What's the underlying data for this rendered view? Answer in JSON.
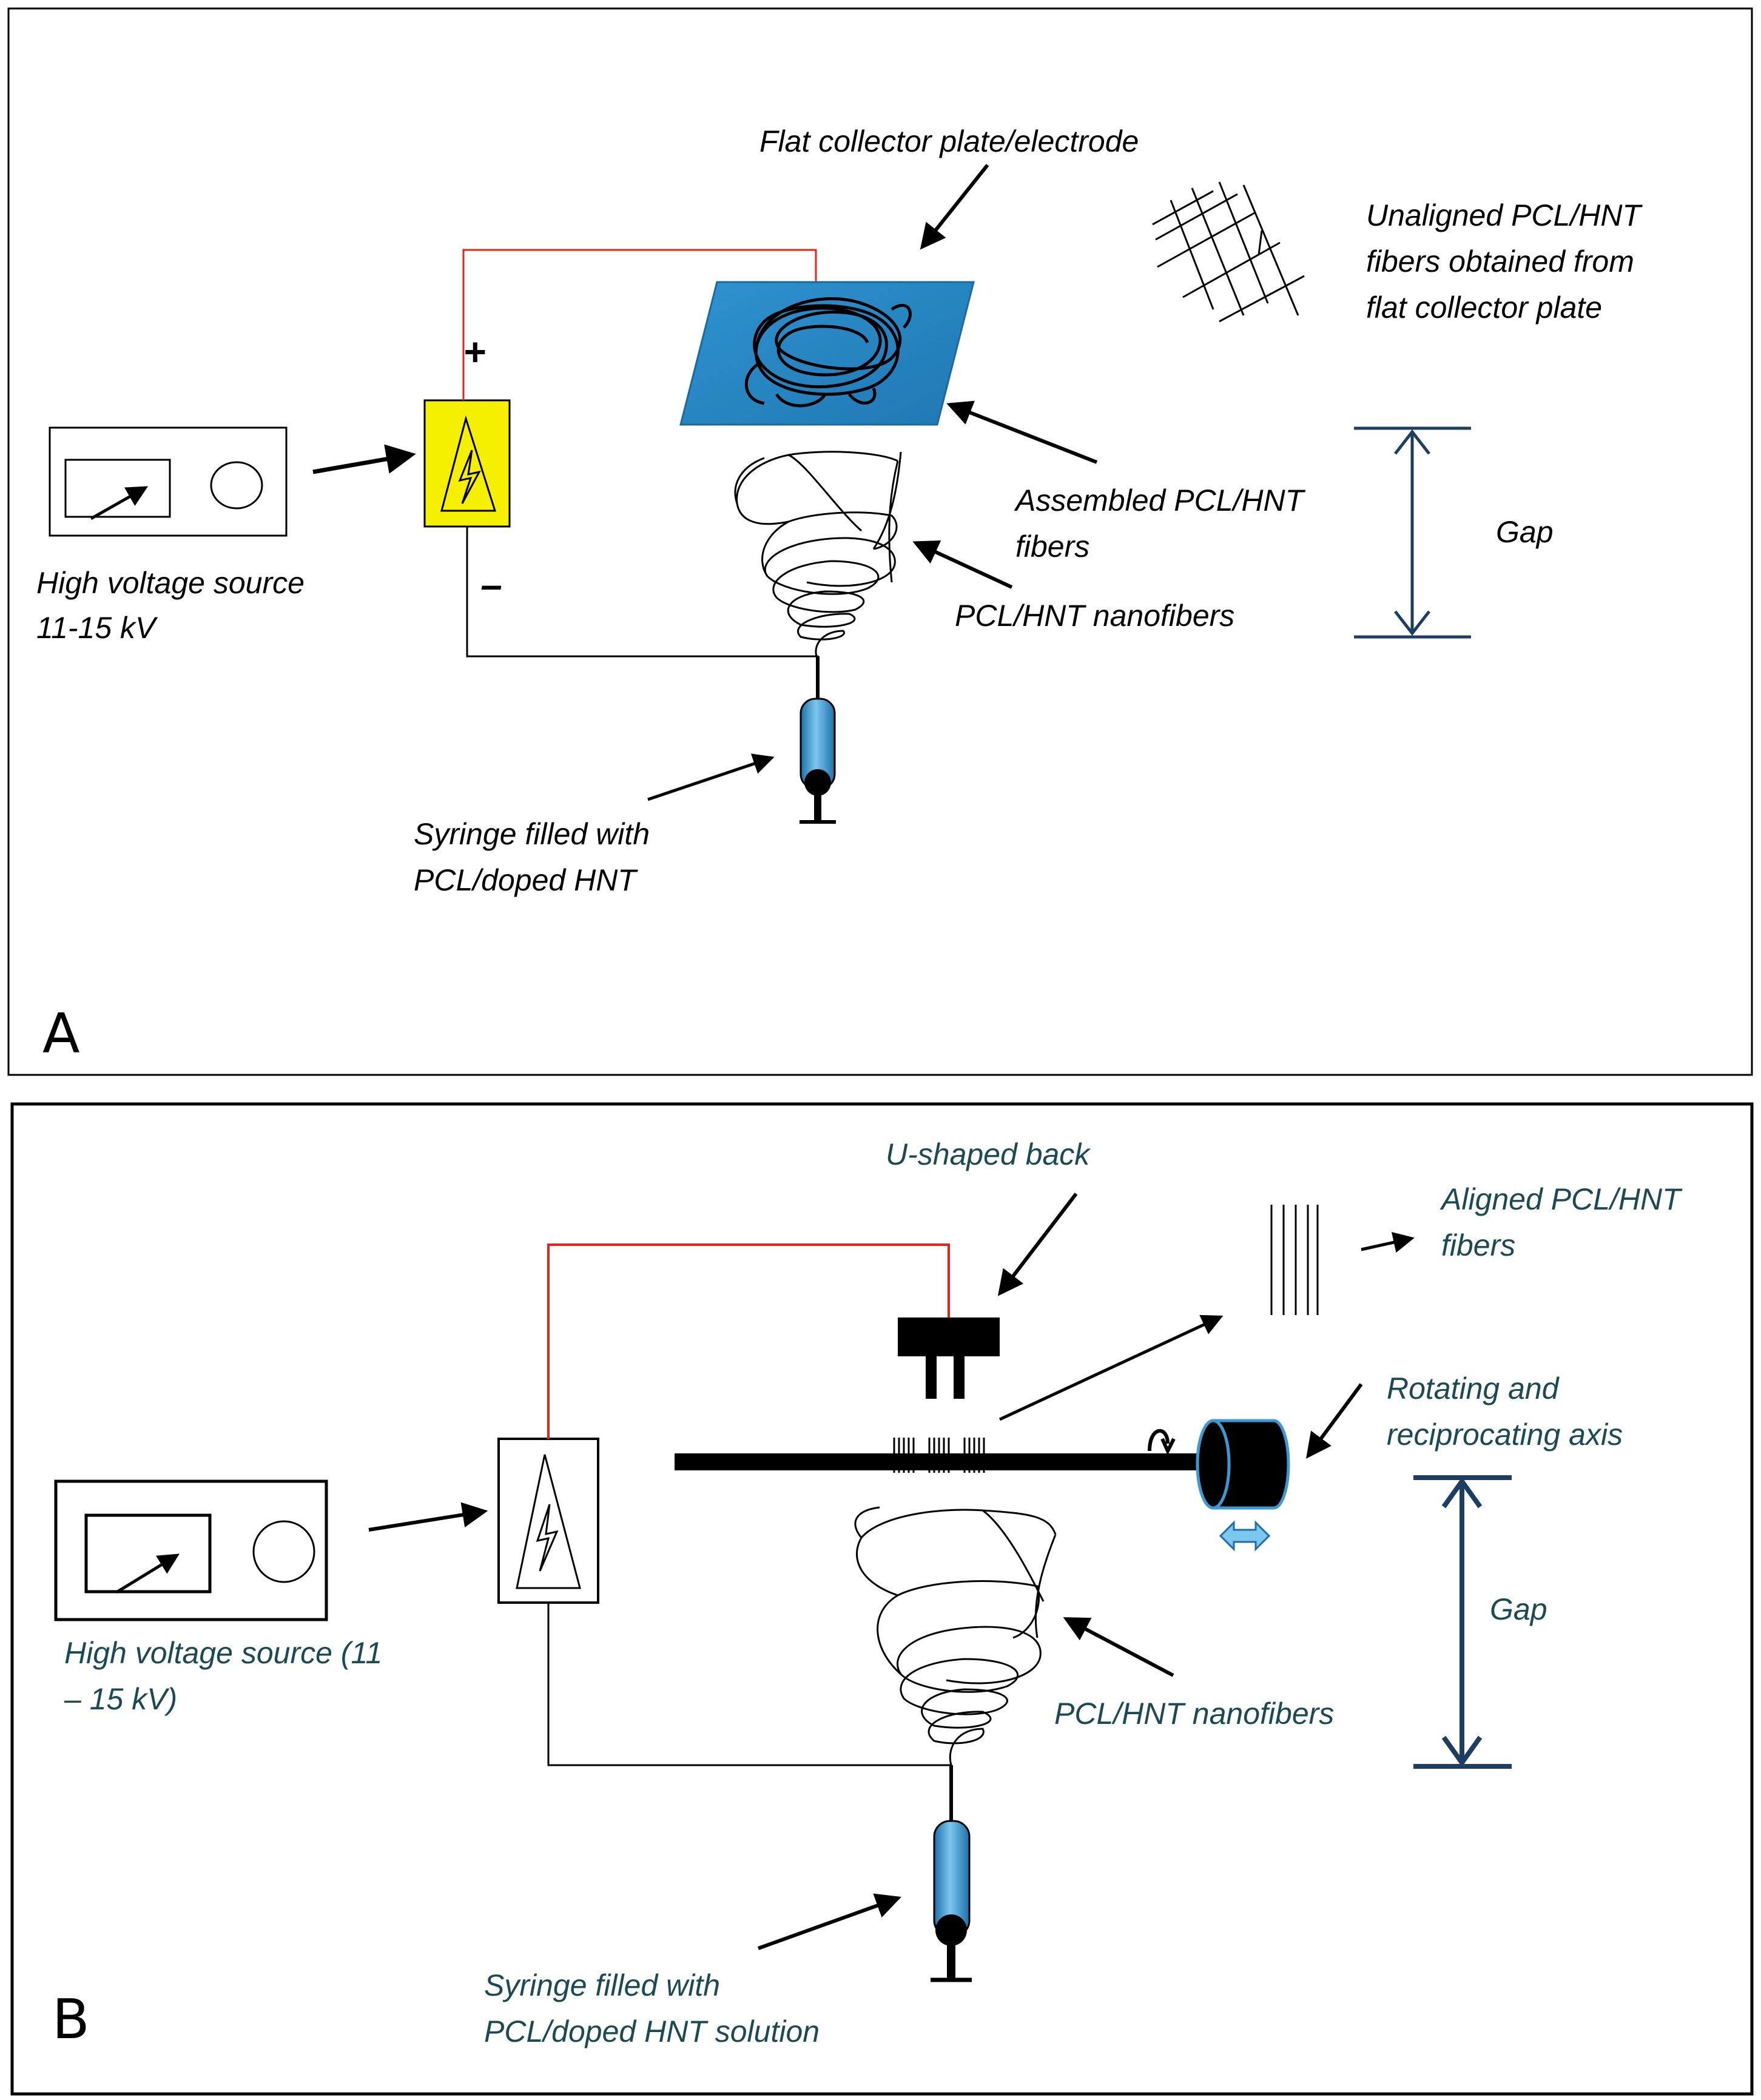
{
  "panel_a": {
    "letter": "A",
    "collector_label": "Flat collector plate/electrode",
    "unaligned_label": [
      "Unaligned PCL/HNT",
      "fibers obtained from",
      "flat collector plate"
    ],
    "hv_label": [
      "High voltage source",
      "11-15 kV"
    ],
    "assembled_label": [
      "Assembled PCL/HNT",
      "fibers"
    ],
    "nanofibers_label": "PCL/HNT nanofibers",
    "gap_label": "Gap",
    "syringe_label": [
      "Syringe filled with",
      "PCL/doped HNT"
    ],
    "plus_sign": "+",
    "minus_sign": "–"
  },
  "panel_b": {
    "letter": "B",
    "u_shaped_label": "U-shaped back",
    "aligned_label": [
      "Aligned PCL/HNT",
      "fibers"
    ],
    "rotating_label": [
      "Rotating and",
      "reciprocating axis"
    ],
    "gap_label": "Gap",
    "hv_label": [
      "High voltage source (11",
      "– 15 kV)"
    ],
    "nanofibers_label": "PCL/HNT nanofibers",
    "syringe_label": [
      "Syringe filled with",
      "PCL/doped HNT solution"
    ]
  },
  "colors": {
    "wire_red": "#e8211b",
    "plate_blue": "#2a8bc8",
    "yellow_box": "#f5ef00",
    "gap_navy": "#1d3e60",
    "teal_text": "#1b4a52",
    "syringe_blue": "#3b99d6"
  },
  "icons": [
    "lightning-icon",
    "meter-needle-icon",
    "rotation-arrow-icon",
    "double-arrow-icon"
  ]
}
